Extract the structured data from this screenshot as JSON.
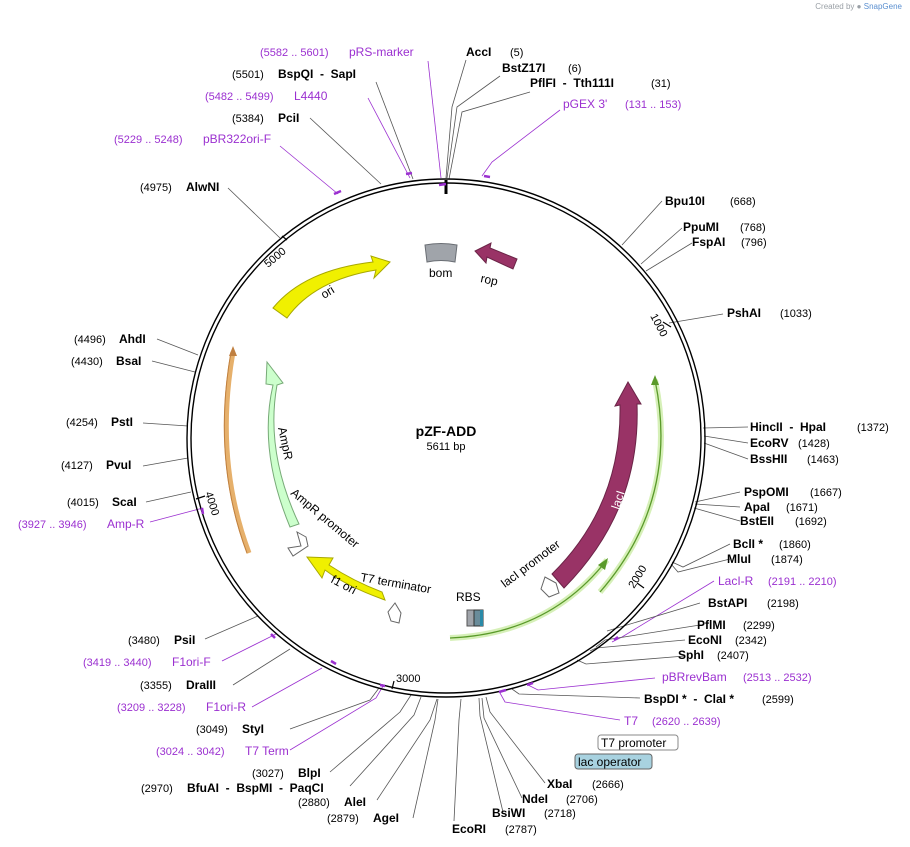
{
  "credit": {
    "prefix": "Created by",
    "brand": "SnapGene"
  },
  "plasmid": {
    "name": "pZF-ADD",
    "size_label": "5611 bp",
    "length": 5611
  },
  "ticks": [
    "1000",
    "2000",
    "3000",
    "4000",
    "5000"
  ],
  "features": [
    {
      "name": "ori",
      "color": "#f0f000",
      "stroke": "#a8a800"
    },
    {
      "name": "AmpR",
      "color": "#ccffcc",
      "stroke": "#77aa77"
    },
    {
      "name": "AmpR promoter",
      "color": "#ffffff",
      "stroke": "#666666"
    },
    {
      "name": "f1 ori",
      "color": "#f0f000",
      "stroke": "#a8a800"
    },
    {
      "name": "T7 terminator",
      "color": "#ffffff",
      "stroke": "#666666"
    },
    {
      "name": "lacI",
      "color": "#993366",
      "stroke": "#6b2447"
    },
    {
      "name": "lacI promoter",
      "color": "#ffffff",
      "stroke": "#666666"
    },
    {
      "name": "rop",
      "color": "#993366",
      "stroke": "#6b2447"
    },
    {
      "name": "bom",
      "color": "#a0a4aa",
      "stroke": "#6a6e74"
    },
    {
      "name": "RBS",
      "color": "#a0a4aa",
      "stroke": "#555555"
    }
  ],
  "legend_boxes": [
    {
      "name": "T7 promoter",
      "color": "#ffffff"
    },
    {
      "name": "lac operator",
      "color": "#a8d2e0"
    }
  ],
  "sites": [
    {
      "id": "accI",
      "name": "AccI",
      "pos": "(5)",
      "kind": "enzyme"
    },
    {
      "id": "bstz17i",
      "name": "BstZ17I",
      "pos": "(6)",
      "kind": "enzyme"
    },
    {
      "id": "pflfi",
      "name": "PflFI  -  Tth111I",
      "pos": "(31)",
      "kind": "enzyme"
    },
    {
      "id": "pgex3",
      "name": "pGEX 3'",
      "pos": "(131 .. 153)",
      "kind": "primer"
    },
    {
      "id": "bpu10i",
      "name": "Bpu10I",
      "pos": "(668)",
      "kind": "enzyme"
    },
    {
      "id": "ppumi",
      "name": "PpuMI",
      "pos": "(768)",
      "kind": "enzyme"
    },
    {
      "id": "fspai",
      "name": "FspAI",
      "pos": "(796)",
      "kind": "enzyme"
    },
    {
      "id": "pshai",
      "name": "PshAI",
      "pos": "(1033)",
      "kind": "enzyme"
    },
    {
      "id": "hincii",
      "name": "HincII  -  HpaI",
      "pos": "(1372)",
      "kind": "enzyme"
    },
    {
      "id": "ecorv",
      "name": "EcoRV",
      "pos": "(1428)",
      "kind": "enzyme"
    },
    {
      "id": "bsshii",
      "name": "BssHII",
      "pos": "(1463)",
      "kind": "enzyme"
    },
    {
      "id": "pspomi",
      "name": "PspOMI",
      "pos": "(1667)",
      "kind": "enzyme"
    },
    {
      "id": "apai",
      "name": "ApaI",
      "pos": "(1671)",
      "kind": "enzyme"
    },
    {
      "id": "bsteii",
      "name": "BstEII",
      "pos": "(1692)",
      "kind": "enzyme"
    },
    {
      "id": "bcli",
      "name": "BclI *",
      "pos": "(1860)",
      "kind": "enzyme"
    },
    {
      "id": "mlui",
      "name": "MluI",
      "pos": "(1874)",
      "kind": "enzyme"
    },
    {
      "id": "laci-r",
      "name": "LacI-R",
      "pos": "(2191 .. 2210)",
      "kind": "primer"
    },
    {
      "id": "bstapi",
      "name": "BstAPI",
      "pos": "(2198)",
      "kind": "enzyme"
    },
    {
      "id": "pflmi",
      "name": "PflMI",
      "pos": "(2299)",
      "kind": "enzyme"
    },
    {
      "id": "econi",
      "name": "EcoNI",
      "pos": "(2342)",
      "kind": "enzyme"
    },
    {
      "id": "sphi",
      "name": "SphI",
      "pos": "(2407)",
      "kind": "enzyme"
    },
    {
      "id": "pbrrevbam",
      "name": "pBRrevBam",
      "pos": "(2513 .. 2532)",
      "kind": "primer"
    },
    {
      "id": "bspdi",
      "name": "BspDI *  -  ClaI *",
      "pos": "(2599)",
      "kind": "enzyme"
    },
    {
      "id": "t7",
      "name": "T7",
      "pos": "(2620 .. 2639)",
      "kind": "primer"
    },
    {
      "id": "xbai",
      "name": "XbaI",
      "pos": "(2666)",
      "kind": "enzyme"
    },
    {
      "id": "ndei",
      "name": "NdeI",
      "pos": "(2706)",
      "kind": "enzyme"
    },
    {
      "id": "bsiwi",
      "name": "BsiWI",
      "pos": "(2718)",
      "kind": "enzyme"
    },
    {
      "id": "ecori",
      "name": "EcoRI",
      "pos": "(2787)",
      "kind": "enzyme"
    },
    {
      "id": "agei",
      "name": "AgeI",
      "pos": "(2879)",
      "kind": "enzyme"
    },
    {
      "id": "alei",
      "name": "AleI",
      "pos": "(2880)",
      "kind": "enzyme"
    },
    {
      "id": "bfuai",
      "name": "BfuAI  -  BspMI  -  PaqCI",
      "pos": "(2970)",
      "kind": "enzyme"
    },
    {
      "id": "blpi",
      "name": "BlpI",
      "pos": "(3027)",
      "kind": "enzyme"
    },
    {
      "id": "t7term",
      "name": "T7 Term",
      "pos": "(3024 .. 3042)",
      "kind": "primer"
    },
    {
      "id": "styi",
      "name": "StyI",
      "pos": "(3049)",
      "kind": "enzyme"
    },
    {
      "id": "f1ori-r",
      "name": "F1ori-R",
      "pos": "(3209 .. 3228)",
      "kind": "primer"
    },
    {
      "id": "draiii",
      "name": "DraIII",
      "pos": "(3355)",
      "kind": "enzyme"
    },
    {
      "id": "f1ori-f",
      "name": "F1ori-F",
      "pos": "(3419 .. 3440)",
      "kind": "primer"
    },
    {
      "id": "psii",
      "name": "PsiI",
      "pos": "(3480)",
      "kind": "enzyme"
    },
    {
      "id": "amp-r",
      "name": "Amp-R",
      "pos": "(3927 .. 3946)",
      "kind": "primer"
    },
    {
      "id": "scai",
      "name": "ScaI",
      "pos": "(4015)",
      "kind": "enzyme"
    },
    {
      "id": "pvui",
      "name": "PvuI",
      "pos": "(4127)",
      "kind": "enzyme"
    },
    {
      "id": "psti",
      "name": "PstI",
      "pos": "(4254)",
      "kind": "enzyme"
    },
    {
      "id": "bsai",
      "name": "BsaI",
      "pos": "(4430)",
      "kind": "enzyme"
    },
    {
      "id": "ahdi",
      "name": "AhdI",
      "pos": "(4496)",
      "kind": "enzyme"
    },
    {
      "id": "alwni",
      "name": "AlwNI",
      "pos": "(4975)",
      "kind": "enzyme"
    },
    {
      "id": "pbr322ori-f",
      "name": "pBR322ori-F",
      "pos": "(5229 .. 5248)",
      "kind": "primer"
    },
    {
      "id": "pcii",
      "name": "PciI",
      "pos": "(5384)",
      "kind": "enzyme"
    },
    {
      "id": "l4440",
      "name": "L4440",
      "pos": "(5482 .. 5499)",
      "kind": "primer"
    },
    {
      "id": "bspqi",
      "name": "BspQI  -  SapI",
      "pos": "(5501)",
      "kind": "enzyme"
    },
    {
      "id": "prs-marker",
      "name": "pRS-marker",
      "pos": "(5582 .. 5601)",
      "kind": "primer"
    }
  ]
}
